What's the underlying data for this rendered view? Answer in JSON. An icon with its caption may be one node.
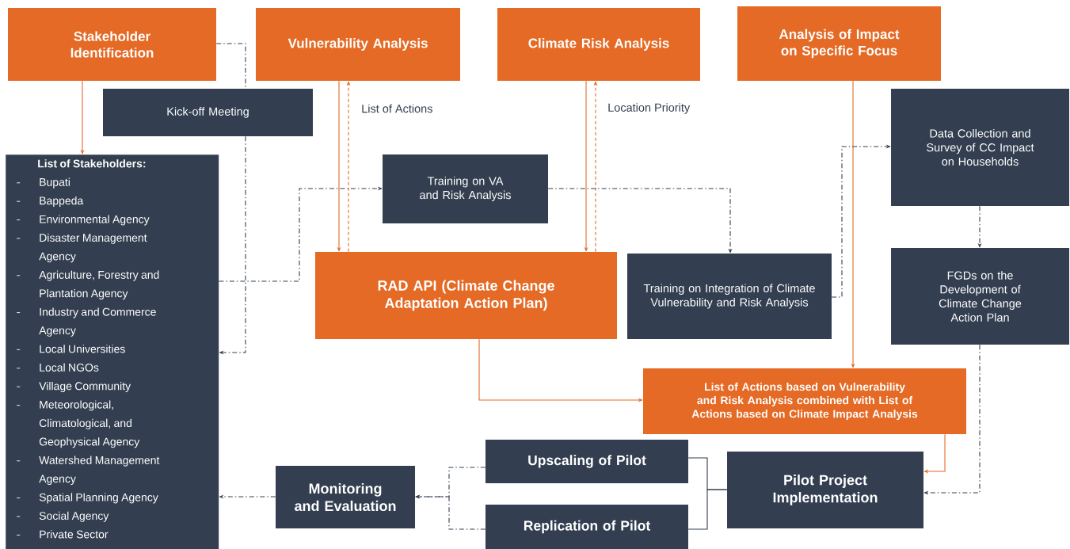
{
  "diagram": {
    "nodes": [
      {
        "text": [
          "Stakeholder Identification"
        ]
      },
      {
        "text": [
          "Vulnerability Analysis"
        ]
      },
      {
        "text": [
          "Climate Risk Analysis"
        ]
      },
      {
        "text": [
          "Analysis of Impact on Specific Focus"
        ]
      },
      {
        "text": [
          "Kick-off Meeting"
        ]
      },
      {
        "text": [
          "List of Stakeholders:",
          "Bupati",
          "Bappeda",
          "Environmental Agency",
          "Disaster Management Agency",
          "Agriculture, Forestry and Plantation Agency",
          "Industry and Commerce Agency",
          "Local Universities",
          "Local NGOs",
          "Village Community",
          "Meteorological, Climatological, and Geophysical Agency",
          "Watershed Management Agency",
          "Spatial Planning Agency",
          "Social Agency",
          "Private Sector"
        ]
      },
      {
        "text": [
          "Training on VA and Risk Analysis"
        ]
      },
      {
        "text": [
          "RAD API (Climate Change Adaptation Action Plan)"
        ]
      },
      {
        "text": [
          "Training on Integration of Climate Vulnerability and Risk Analysis"
        ]
      },
      {
        "text": [
          "Data Collection and Survey of CC Impact on Households"
        ]
      },
      {
        "text": [
          "FGDs on the Development of Climate Change Action Plan"
        ]
      },
      {
        "text": [
          "List of Actions based on Vulnerability and Risk Analysis combined with List of Actions based on Climate Impact Analysis"
        ]
      },
      {
        "text": [
          "Upscaling of Pilot"
        ]
      },
      {
        "text": [
          "Replication of Pilot"
        ]
      },
      {
        "text": [
          "Pilot Project Implementation"
        ]
      },
      {
        "text": [
          "Monitoring and Evaluation"
        ]
      }
    ],
    "edges": [
      {
        "from": 0,
        "to": 5,
        "arrow": "to",
        "color": "#e46a25"
      },
      {
        "from": 0,
        "to": 4,
        "arrow": "none",
        "style": "dashed"
      },
      {
        "from": 4,
        "to": 5,
        "arrow": "to",
        "style": "dashed"
      },
      {
        "from": 5,
        "to": 6,
        "arrow": "to",
        "style": "dashed"
      },
      {
        "from": 1,
        "to": 7,
        "arrow": "to",
        "color": "#e46a25"
      },
      {
        "from": 7,
        "to": 1,
        "arrow": "to",
        "style": "dashed",
        "color": "#e46a25",
        "label": "List of Actions"
      },
      {
        "from": 2,
        "to": 7,
        "arrow": "to",
        "color": "#e46a25"
      },
      {
        "from": 7,
        "to": 2,
        "arrow": "to",
        "style": "dashed",
        "color": "#e46a25",
        "label": "Location Priority"
      },
      {
        "from": 6,
        "to": 8,
        "arrow": "to",
        "style": "dashed"
      },
      {
        "from": 3,
        "to": 11,
        "arrow": "to",
        "color": "#e46a25"
      },
      {
        "from": 8,
        "to": 9,
        "arrow": "to",
        "style": "dashed"
      },
      {
        "from": 9,
        "to": 10,
        "arrow": "to",
        "style": "dashed"
      },
      {
        "from": 7,
        "to": 11,
        "arrow": "to",
        "color": "#e46a25"
      },
      {
        "from": 11,
        "to": 14,
        "arrow": "to",
        "color": "#e46a25"
      },
      {
        "from": 10,
        "to": 14,
        "arrow": "to",
        "style": "dashed"
      },
      {
        "from": 12,
        "to": 14,
        "arrow": "none"
      },
      {
        "from": 13,
        "to": 14,
        "arrow": "none"
      },
      {
        "from": 12,
        "to": 15,
        "arrow": "to",
        "style": "dashed"
      },
      {
        "from": 13,
        "to": 15,
        "arrow": "to",
        "style": "dashed"
      },
      {
        "from": 15,
        "to": 5,
        "arrow": "to",
        "style": "dashed"
      }
    ]
  }
}
